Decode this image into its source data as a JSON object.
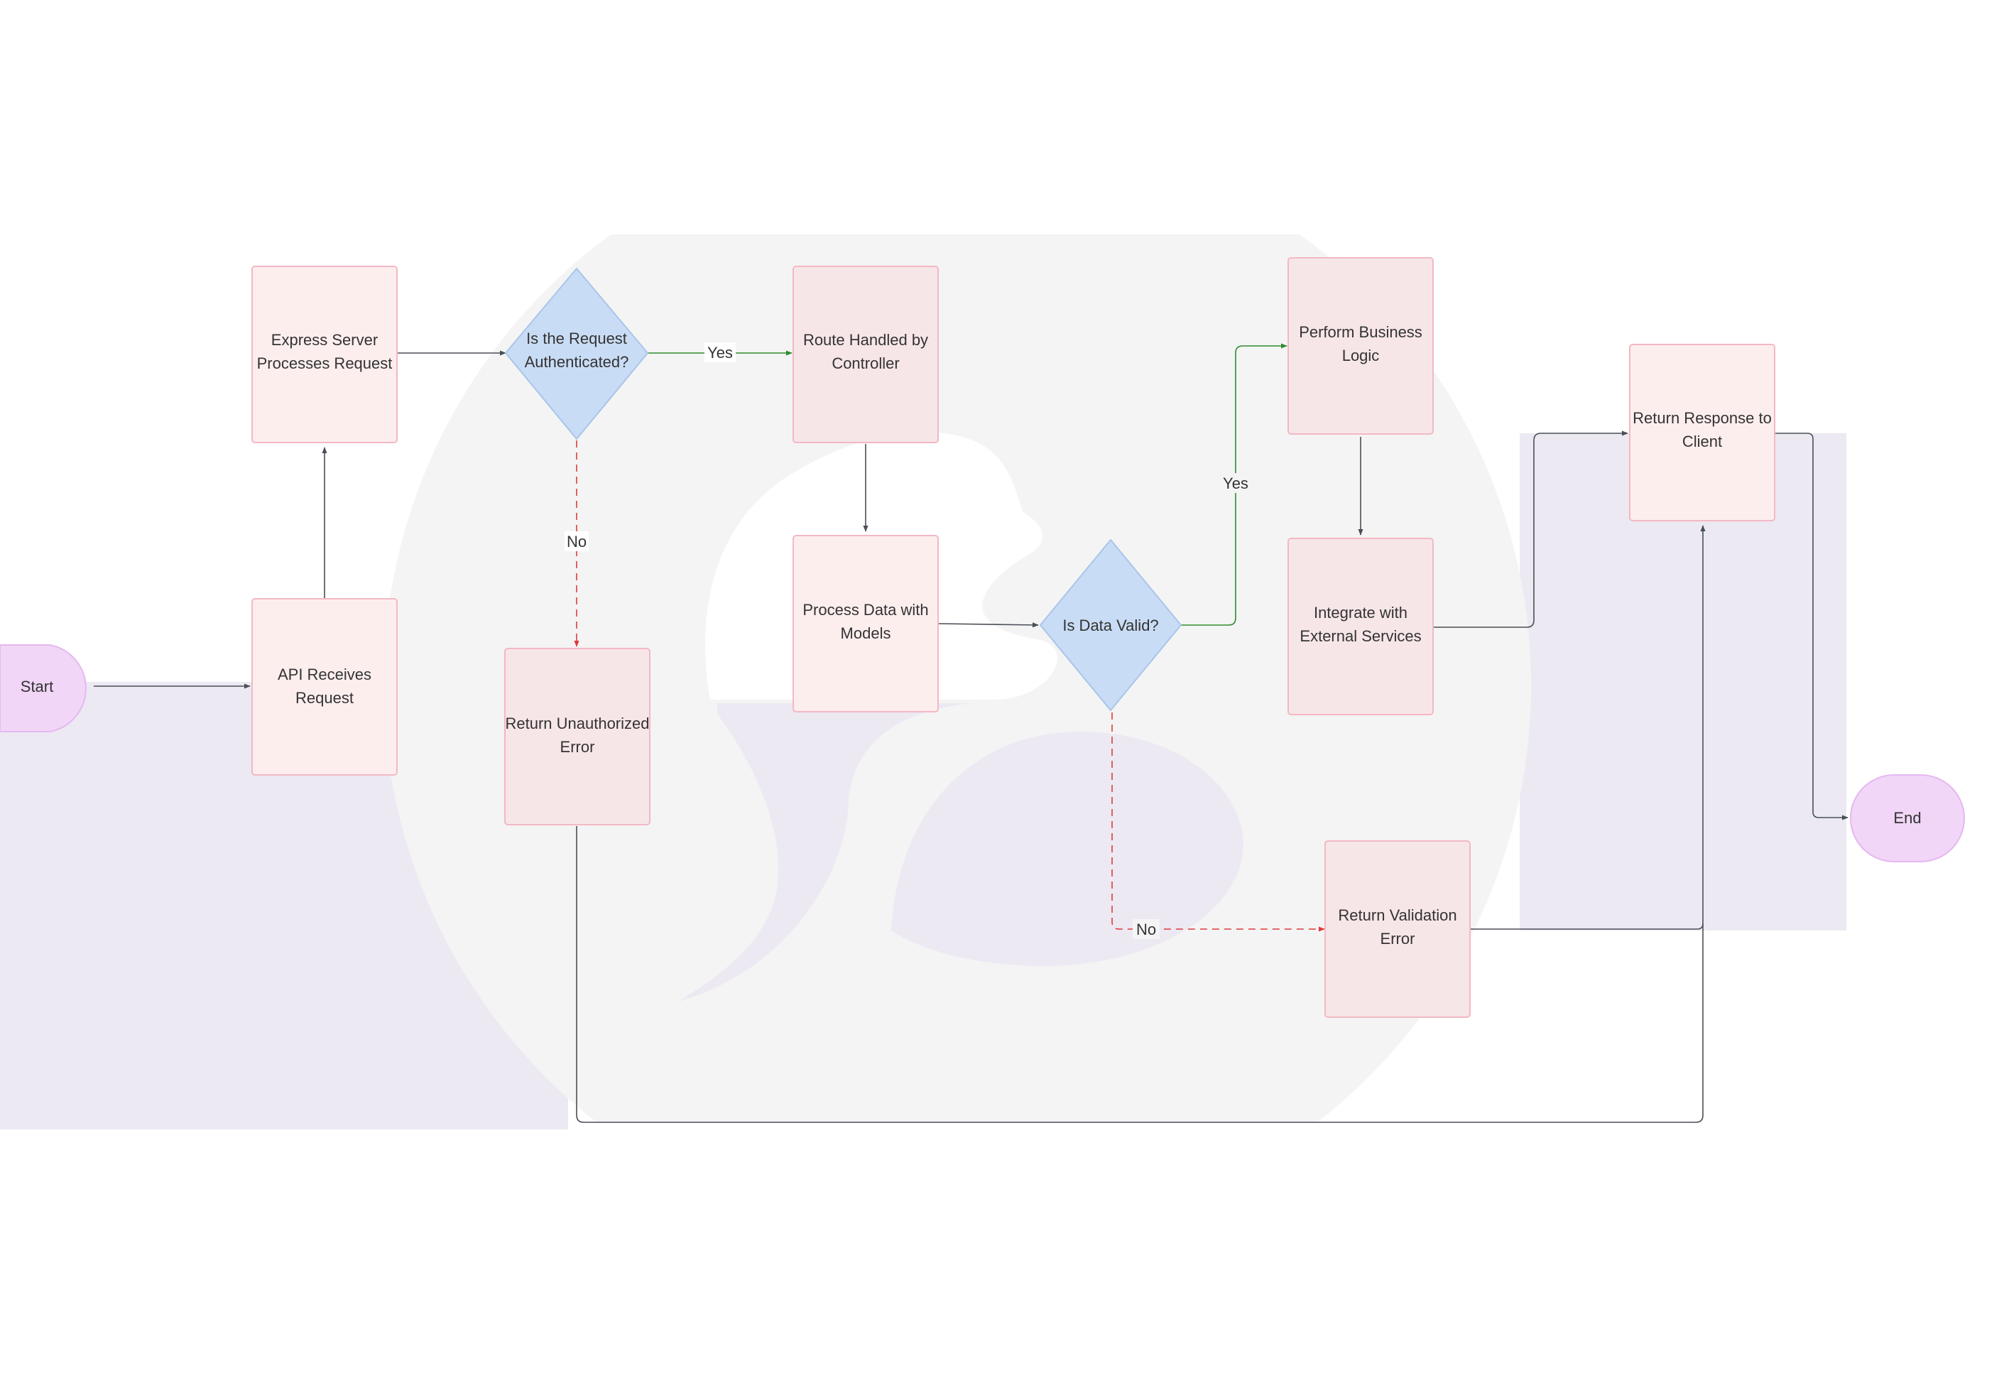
{
  "colors": {
    "process_fill": "#fdeeee",
    "process_stroke": "#f3b8c4",
    "decision_fill": "#c9dcf5",
    "decision_stroke": "#a9c5ea",
    "terminal_fill": "#f1d6f7",
    "terminal_stroke": "#e6b8f0",
    "edge": "#4a4f57",
    "yes_edge": "#2e8b2e",
    "no_edge": "#e03b3b",
    "text": "#333333",
    "watermark": "#f2f2f2",
    "watermark_tint": "#ece9f3"
  },
  "nodes": {
    "start": {
      "label": [
        "Start"
      ]
    },
    "api_receives": {
      "label": [
        "API Receives",
        "Request"
      ]
    },
    "express_server": {
      "label": [
        "Express Server",
        "Processes Request"
      ]
    },
    "is_authenticated": {
      "label": [
        "Is the Request",
        "Authenticated?"
      ]
    },
    "return_unauthorized": {
      "label": [
        "Return Unauthorized",
        "Error"
      ]
    },
    "route_handled": {
      "label": [
        "Route Handled by",
        "Controller"
      ]
    },
    "process_data": {
      "label": [
        "Process Data with",
        "Models"
      ]
    },
    "is_data_valid": {
      "label": [
        "Is Data Valid?"
      ]
    },
    "business_logic": {
      "label": [
        "Perform Business",
        "Logic"
      ]
    },
    "external_services": {
      "label": [
        "Integrate with",
        "External Services"
      ]
    },
    "validation_error": {
      "label": [
        "Return Validation",
        "Error"
      ]
    },
    "return_response": {
      "label": [
        "Return Response to",
        "Client"
      ]
    },
    "end": {
      "label": [
        "End"
      ]
    }
  },
  "edge_labels": {
    "auth_yes": "Yes",
    "auth_no": "No",
    "valid_yes": "Yes",
    "valid_no": "No"
  }
}
